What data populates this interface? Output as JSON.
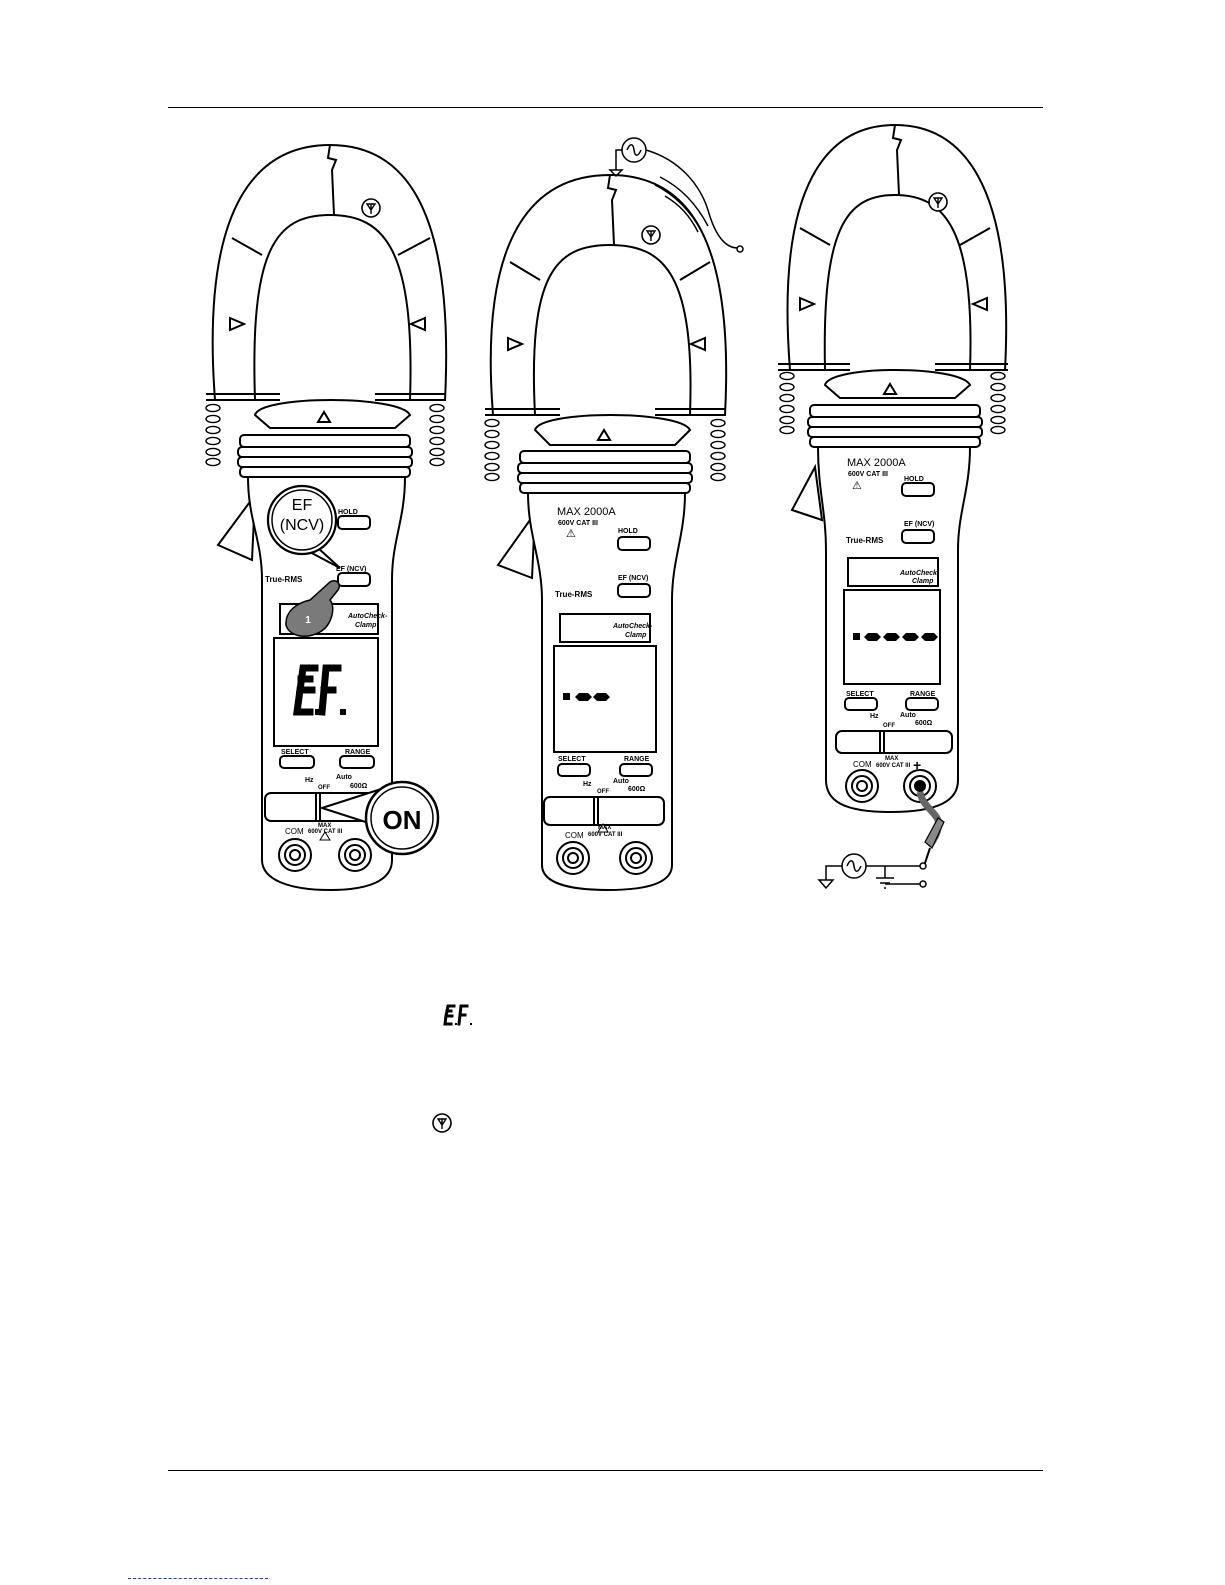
{
  "meters": {
    "left": {
      "hold": "HOLD",
      "ef": "EF (NCV)",
      "true_rms": "True-RMS",
      "brand1": "AutoCheck-",
      "brand2": "Clamp",
      "display": "E.F.",
      "select": "SELECT",
      "range": "RANGE",
      "com": "COM",
      "max": "MAX",
      "cat": "600V CAT III",
      "auto": "Auto",
      "ohm": "600Ω",
      "hz": "Hz",
      "off": "OFF"
    },
    "middle": {
      "max_rating": "MAX 2000A",
      "cat": "600V CAT III",
      "hold": "HOLD",
      "ef": "EF (NCV)",
      "true_rms": "True-RMS",
      "brand1": "AutoCheck-",
      "brand2": "Clamp",
      "select": "SELECT",
      "range": "RANGE",
      "com": "COM",
      "max": "MAX",
      "cat2": "600V CAT III",
      "auto": "Auto",
      "ohm": "600Ω",
      "hz": "Hz",
      "off": "OFF"
    },
    "right": {
      "max_rating": "MAX 2000A",
      "cat": "600V CAT III",
      "hold": "HOLD",
      "ef": "EF (NCV)",
      "true_rms": "True-RMS",
      "brand1": "AutoCheck-",
      "brand2": "Clamp",
      "select": "SELECT",
      "range": "RANGE",
      "com": "COM",
      "max": "MAX",
      "cat2": "600V CAT III",
      "auto": "Auto",
      "ohm": "600Ω",
      "hz": "Hz",
      "off": "OFF",
      "plus": "+"
    }
  },
  "callouts": {
    "ef_line1": "EF",
    "ef_line2": "(NCV)",
    "step": "1",
    "on": "ON"
  },
  "inline_symbols": {
    "ef_display": "E.F.",
    "antenna": "antenna-icon"
  }
}
